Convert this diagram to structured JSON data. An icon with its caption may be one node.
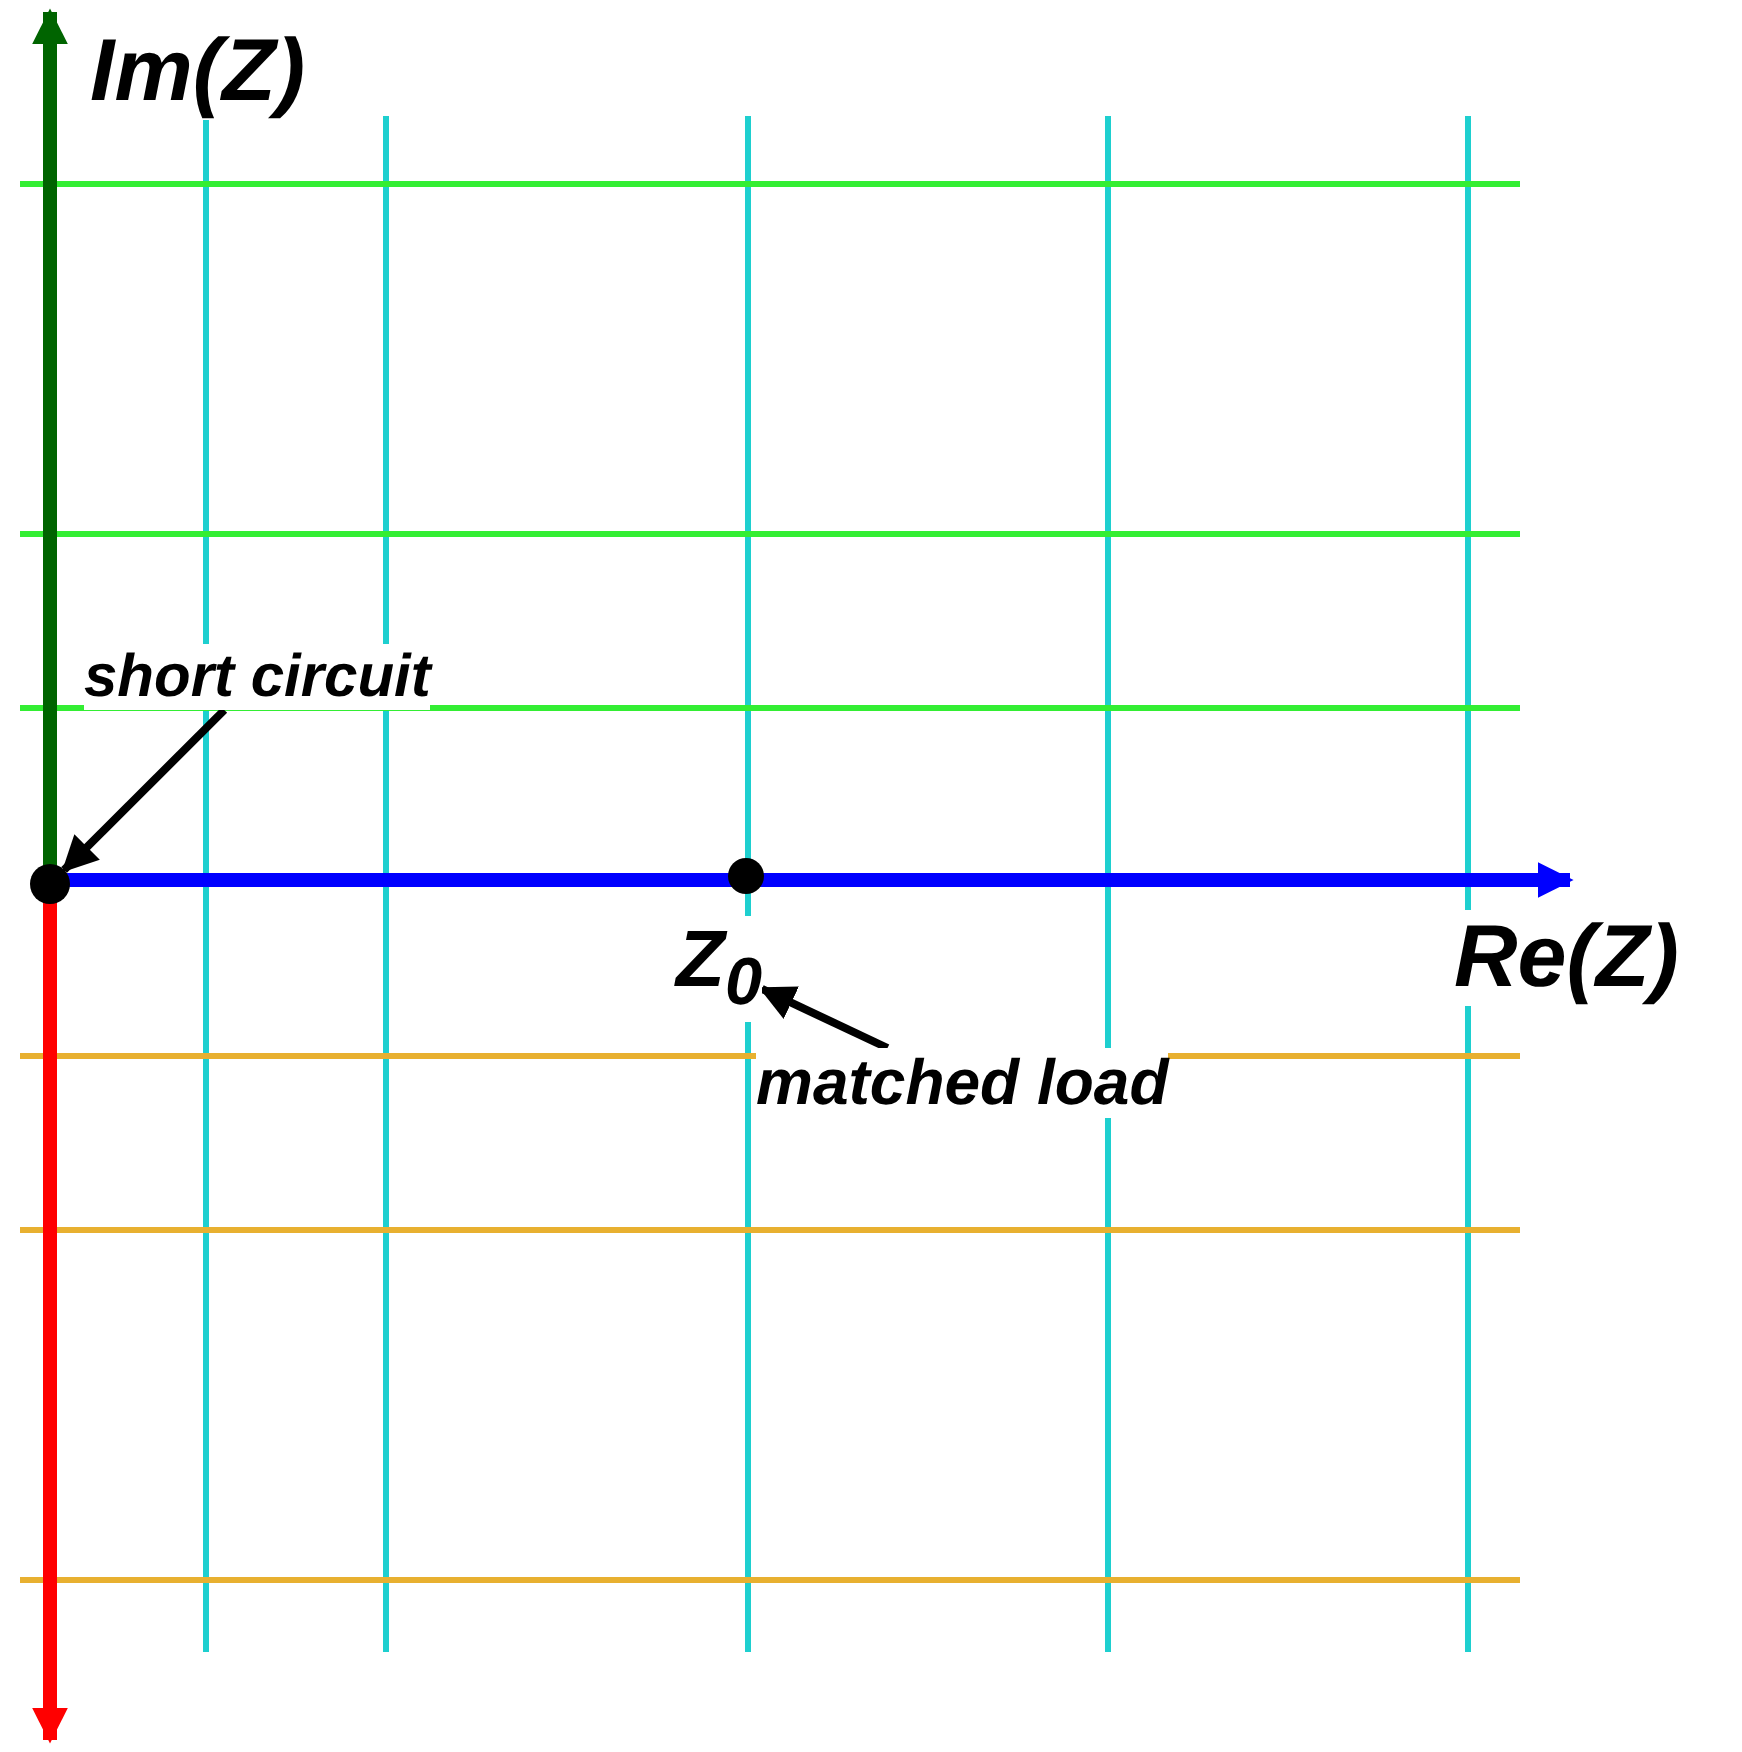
{
  "diagram": {
    "nodes": [
      {
        "text": [
          "short circuit"
        ]
      },
      {
        "text": [],
        "shape": "circle"
      },
      {
        "text": [
          "matched load"
        ]
      },
      {
        "text": [
          "Z$_{0}$"
        ]
      }
    ],
    "edges": [
      {
        "from": 0,
        "to": 1,
        "arrow": "to"
      },
      {
        "from": 2,
        "to": 3,
        "arrow": "to"
      }
    ],
    "labels": [
      "Im(Z)",
      "Re(Z)"
    ]
  }
}
